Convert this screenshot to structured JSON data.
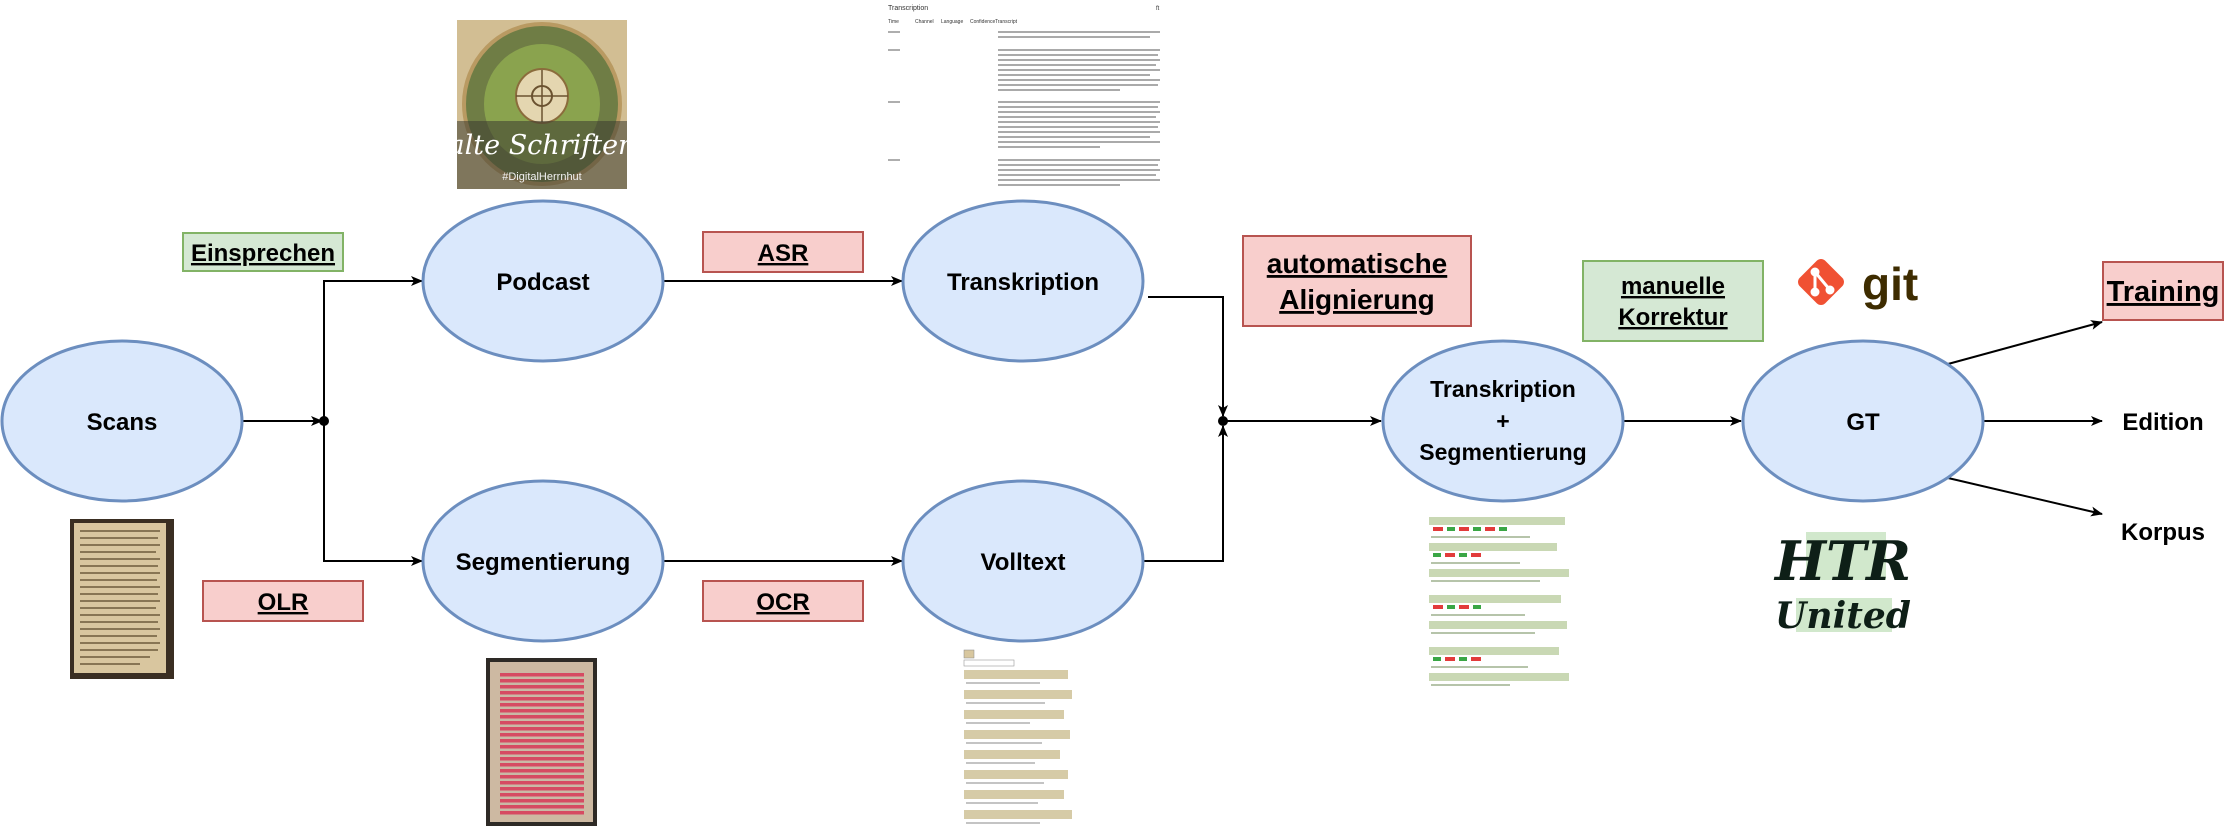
{
  "nodes": {
    "scans": "Scans",
    "podcast": "Podcast",
    "segmentierung": "Segmentierung",
    "transkription": "Transkription",
    "volltext": "Volltext",
    "ts_line1": "Transkription",
    "ts_line2": "+",
    "ts_line3": "Segmentierung",
    "gt": "GT"
  },
  "outputs": {
    "training": "Training",
    "edition": "Edition",
    "korpus": "Korpus"
  },
  "tags": {
    "einsprechen": "Einsprechen",
    "asr": "ASR",
    "olr": "OLR",
    "ocr": "OCR",
    "alignierung_line1": "automatische",
    "alignierung_line2": "Alignierung",
    "korrektur_line1": "manuelle",
    "korrektur_line2": "Korrektur"
  },
  "thumbnails": {
    "podcast_cover_text": "alte Schriften",
    "podcast_cover_hashtag": "#DigitalHerrnhut",
    "transcript_doc_title": "Transcription",
    "transcript_headers": [
      "Time",
      "Channel",
      "Language",
      "Confidence",
      "Transcript"
    ],
    "git_logo_text": "git",
    "htr_logo_line1": "HTR",
    "htr_logo_line2": "United"
  },
  "colors": {
    "ellipse_fill": "#dae8fc",
    "ellipse_stroke": "#6c8ebf",
    "red_tag_fill": "#f8cecc",
    "red_tag_stroke": "#b85450",
    "green_tag_fill": "#d5e8d4",
    "green_tag_stroke": "#82b366",
    "git_orange": "#f05133"
  }
}
